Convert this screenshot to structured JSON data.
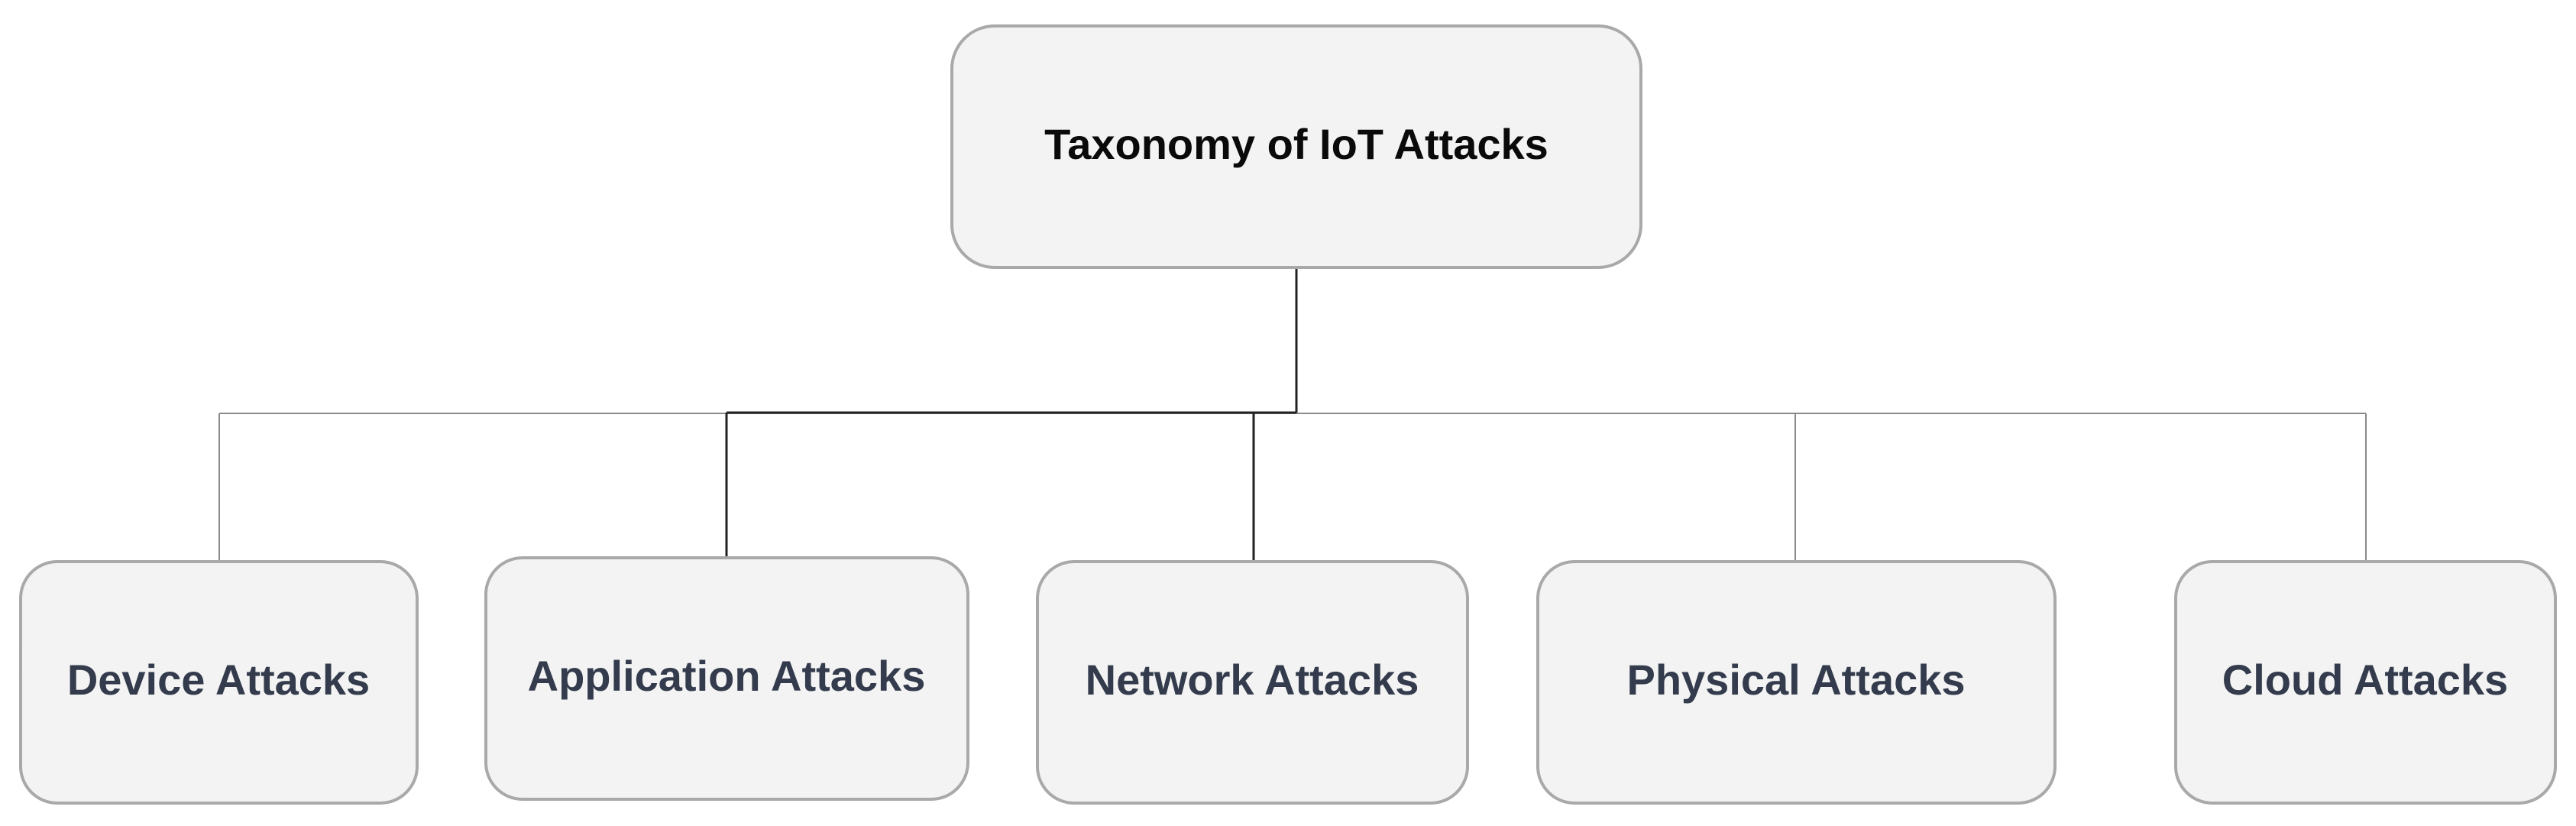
{
  "diagram": {
    "root": {
      "label": "Taxonomy of IoT Attacks"
    },
    "children": [
      {
        "label": "Device Attacks"
      },
      {
        "label": "Application Attacks"
      },
      {
        "label": "Network Attacks"
      },
      {
        "label": "Physical Attacks"
      },
      {
        "label": "Cloud Attacks"
      }
    ]
  },
  "colors": {
    "box_fill": "#f2f3f2",
    "box_border": "#a9a9a9",
    "root_text": "#0a0a0a",
    "child_text": "#333b4d",
    "connector": "#8a8a8a"
  }
}
